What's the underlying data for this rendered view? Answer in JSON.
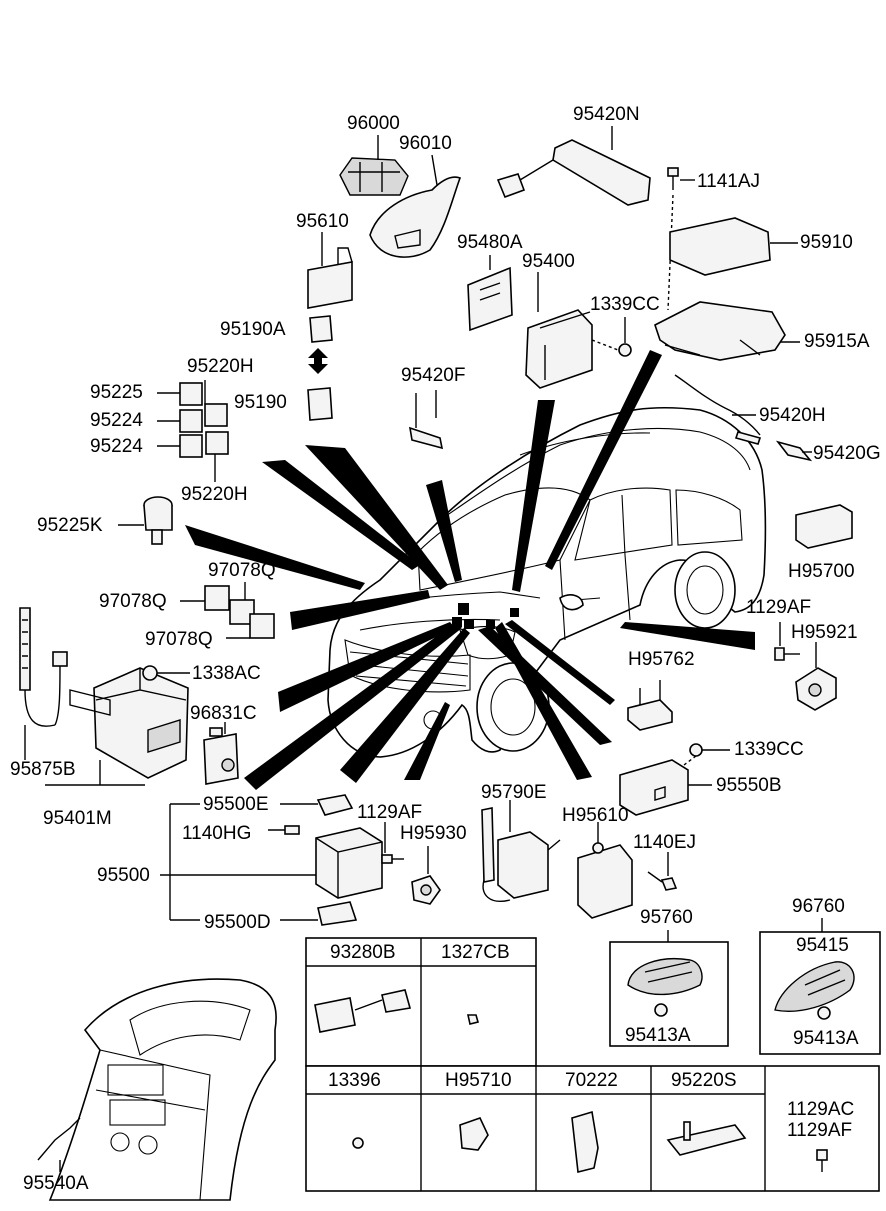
{
  "labels": {
    "p96000": "96000",
    "p96010": "96010",
    "p95420N": "95420N",
    "p1141AJ": "1141AJ",
    "p95610": "95610",
    "p95480A": "95480A",
    "p95400": "95400",
    "p95910": "95910",
    "p1339CC_top": "1339CC",
    "p95915A": "95915A",
    "p95190A": "95190A",
    "p95190": "95190",
    "p95420F": "95420F",
    "p95420H": "95420H",
    "p95420G": "95420G",
    "p95220H_top": "95220H",
    "p95225": "95225",
    "p95224_a": "95224",
    "p95224_b": "95224",
    "p95220H_bot": "95220H",
    "p95225K": "95225K",
    "pH95700": "H95700",
    "p97078Q_a": "97078Q",
    "p97078Q_b": "97078Q",
    "p97078Q_c": "97078Q",
    "p1129AF_right": "1129AF",
    "pH95921": "H95921",
    "p1338AC": "1338AC",
    "pH95762": "H95762",
    "p96831C": "96831C",
    "p95875B": "95875B",
    "p95401M": "95401M",
    "p1339CC_bot": "1339CC",
    "p95550B": "95550B",
    "p95500E": "95500E",
    "p1129AF_mid": "1129AF",
    "p95790E": "95790E",
    "pH95610": "H95610",
    "p1140HG": "1140HG",
    "pH95930": "H95930",
    "p1140EJ": "1140EJ",
    "p95500": "95500",
    "p95500D": "95500D",
    "p95760": "95760",
    "p96760": "96760",
    "p95415": "95415",
    "p95413A_a": "95413A",
    "p95413A_b": "95413A",
    "p95540A": "95540A"
  },
  "table": {
    "row1": [
      "93280B",
      "1327CB"
    ],
    "row2": [
      "13396",
      "H95710",
      "70222",
      "95220S",
      ""
    ],
    "row2_last_lines": [
      "1129AC",
      "1129AF"
    ]
  }
}
